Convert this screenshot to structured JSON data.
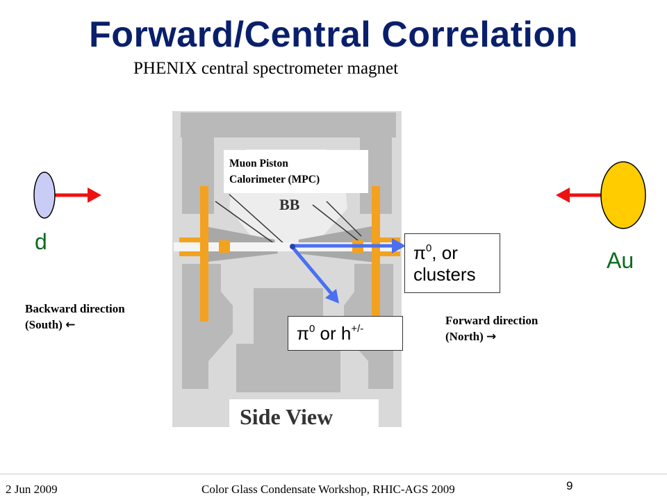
{
  "slide": {
    "title": "Forward/Central Correlation",
    "phenix_label": "PHENIX central spectrometer magnet",
    "mpc_label_line1": "Muon Piston",
    "mpc_label_line2": "Calorimeter (MPC)",
    "bb_label": "BB",
    "side_view_label": "Side View",
    "d_label": "d",
    "au_label": "Au",
    "forward_box_symbol": "π",
    "forward_box_sup": "0",
    "forward_box_text1": ", or",
    "forward_box_text2": "clusters",
    "central_box_symbol": "π",
    "central_box_sup": "0",
    "central_box_text": " or h",
    "central_box_sup2": "+/-",
    "backward_line1": "Backward direction",
    "backward_line2": "(South)",
    "backward_arrow": "←",
    "forward_line1": "Forward direction",
    "forward_line2": "(North)",
    "forward_arrow": "→"
  },
  "footer": {
    "date": "2 Jun 2009",
    "conference": "Color Glass Condensate Workshop, RHIC-AGS 2009",
    "page": "9"
  },
  "colors": {
    "title": "#0a1f6b",
    "beam_arrow": "#ee1111",
    "deuteron": "#c9cdf5",
    "gold": "#ffcc00",
    "particle_arrow": "#4a6ff0",
    "detector_orange": "#f3a21f",
    "label_green": "#0b6b1f"
  }
}
